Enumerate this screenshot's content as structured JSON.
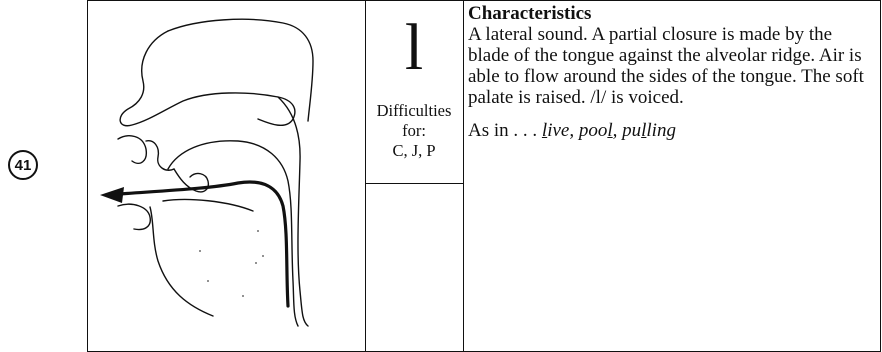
{
  "card_number": "41",
  "symbol": "l",
  "difficulties": {
    "label": "Difficulties for:",
    "groups": "C, J, P"
  },
  "characteristics": {
    "heading": "Characteristics",
    "body": "A lateral sound. A partial closure is made by the blade of the tongue against the alveolar ridge. Air is able to flow around the sides of the tongue. The soft palate is raised. /l/ is voiced.",
    "examples_prefix": "As in . . . ",
    "examples": [
      {
        "text": "live",
        "underline_letter_index": 0
      },
      {
        "text": "pool",
        "underline_letter_index": 3
      },
      {
        "text": "pulling",
        "underline_letter_index": 2
      }
    ],
    "separator": ", "
  },
  "diagram_icon": "mouth-cross-section-airflow-icon"
}
